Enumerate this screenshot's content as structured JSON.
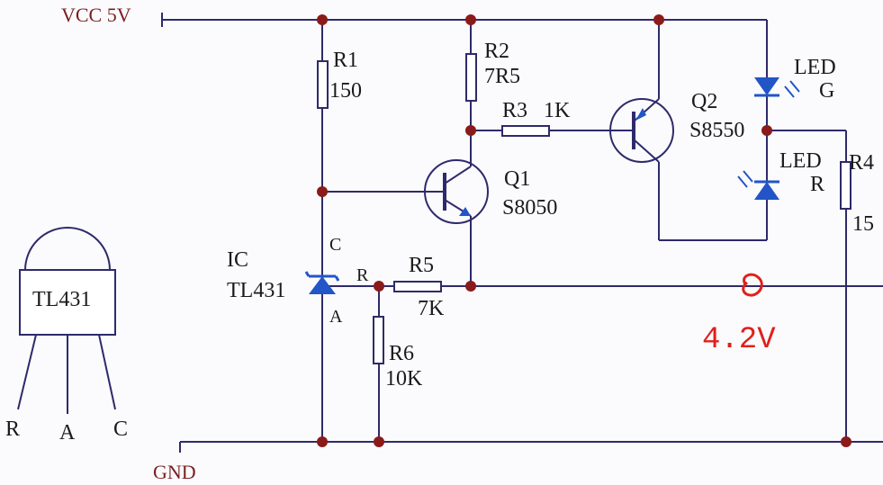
{
  "rails": {
    "vcc": "VCC 5V",
    "gnd": "GND"
  },
  "resistors": [
    {
      "ref": "R1",
      "value": "150"
    },
    {
      "ref": "R2",
      "value": "7R5"
    },
    {
      "ref": "R3",
      "value": "1K"
    },
    {
      "ref": "R4",
      "value": "15"
    },
    {
      "ref": "R5",
      "value": "7K"
    },
    {
      "ref": "R6",
      "value": "10K"
    }
  ],
  "transistors": [
    {
      "ref": "Q1",
      "part": "S8050"
    },
    {
      "ref": "Q2",
      "part": "S8550"
    }
  ],
  "ic": {
    "ref": "IC",
    "part": "TL431",
    "pins": {
      "cathode": "C",
      "ref": "R",
      "anode": "A"
    }
  },
  "leds": [
    {
      "label": "LED",
      "color": "G"
    },
    {
      "label": "LED",
      "color": "R"
    }
  ],
  "package": {
    "label": "TL431",
    "pins": [
      "R",
      "A",
      "C"
    ]
  },
  "annotation": {
    "voltage": "4.2V",
    "color": "#e0201a"
  }
}
